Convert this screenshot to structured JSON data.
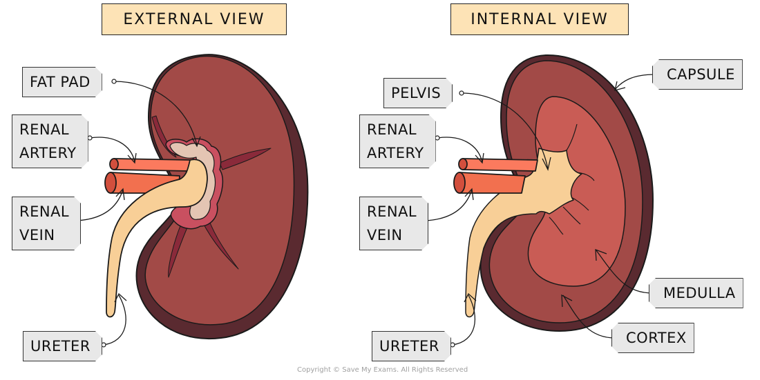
{
  "colors": {
    "kidney_outer": "#5a2a30",
    "kidney_cortex": "#a24a47",
    "kidney_medulla": "#c95c55",
    "pelvis": "#f8cf97",
    "artery": "#fb7a5e",
    "vein": "#f2704f",
    "fat_pad": "#e4c5b3",
    "fat_pad_border": "#c95060",
    "vessel_dark": "#8a2a3a",
    "title_bg": "#fde3b6",
    "tag_bg": "#e8e8e8"
  },
  "external_view": {
    "title": "EXTERNAL VIEW",
    "labels": {
      "fat_pad": [
        "FAT PAD"
      ],
      "renal_artery": [
        "RENAL",
        "ARTERY"
      ],
      "renal_vein": [
        "RENAL",
        "VEIN"
      ],
      "ureter": [
        "URETER"
      ]
    }
  },
  "internal_view": {
    "title": "INTERNAL VIEW",
    "labels": {
      "pelvis": [
        "PELVIS"
      ],
      "capsule": [
        "CAPSULE"
      ],
      "renal_artery": [
        "RENAL",
        "ARTERY"
      ],
      "renal_vein": [
        "RENAL",
        "VEIN"
      ],
      "medulla": [
        "MEDULLA"
      ],
      "cortex": [
        "CORTEX"
      ],
      "ureter": [
        "URETER"
      ]
    }
  },
  "footer": {
    "copyright": "Copyright © Save My Exams. All Rights Reserved"
  }
}
